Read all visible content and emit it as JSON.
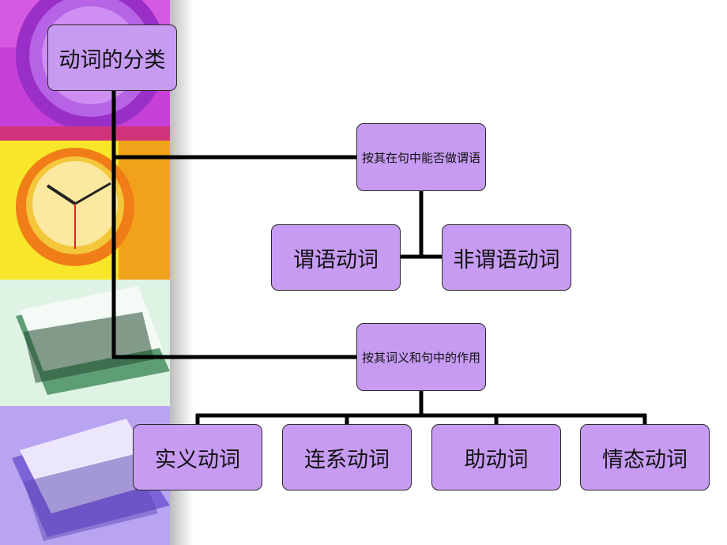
{
  "root": {
    "label": "动词的分类"
  },
  "groups": [
    {
      "label": "按其在句中能否做谓语",
      "children": [
        "谓语动词",
        "非谓语动词"
      ]
    },
    {
      "label": "按其词义和句中的作用",
      "children": [
        "实义动词",
        "连系动词",
        "助动词",
        "情态动词"
      ]
    }
  ],
  "colors": {
    "node_fill": "#c79bf2",
    "connector": "#000000"
  },
  "decoration": {
    "left_strip": [
      "clock-photo",
      "clock-photo",
      "papers-photo",
      "papers-photo"
    ]
  }
}
